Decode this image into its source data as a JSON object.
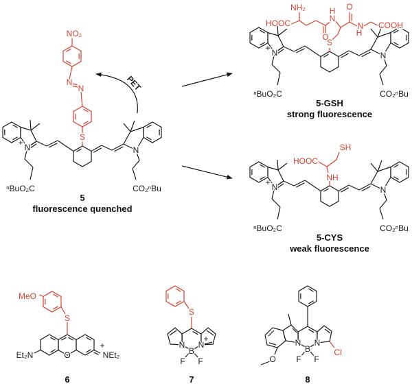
{
  "colors": {
    "bond": "#1a1a1a",
    "highlight": "#d9402f"
  },
  "scaffold": {
    "n_left": "N",
    "charge": "+",
    "n_right": "N",
    "ester_left": "ⁿBuO₂C",
    "ester_right": "CO₂ⁿBu"
  },
  "compound5": {
    "number": "5",
    "caption": "fluorescence quenched",
    "s": "S",
    "n1": "N",
    "n2": "N",
    "no2": "NO₂",
    "arrow_label": "PET"
  },
  "compound5_gsh": {
    "number": "5-GSH",
    "caption": "strong fluorescence",
    "s": "S",
    "nh2": "NH₂",
    "hooc": "HOOC",
    "o1": "O",
    "nh1_n": "N",
    "nh1_h": "H",
    "o2": "O",
    "nh2_n": "N",
    "nh2_h": "H",
    "cooh": "COOH"
  },
  "compound5_cys": {
    "number": "5-CYS",
    "caption": "weak fluorescence",
    "nh": "NH",
    "hooc": "HOOC",
    "sh": "SH"
  },
  "compound6": {
    "number": "6",
    "meo": "MeO",
    "s": "S",
    "o": "O",
    "et2n_left": "Et₂N",
    "et2n_right": "NEt₂",
    "charge": "+"
  },
  "compound7": {
    "number": "7",
    "s": "S",
    "n_left": "N",
    "n_right": "N",
    "charge": "+",
    "b": "B",
    "f1": "F",
    "f2": "F"
  },
  "compound8": {
    "number": "8",
    "n_left": "N",
    "n_right": "N",
    "b": "B",
    "f1": "F",
    "f2": "F",
    "cl": "Cl",
    "o": "O"
  }
}
